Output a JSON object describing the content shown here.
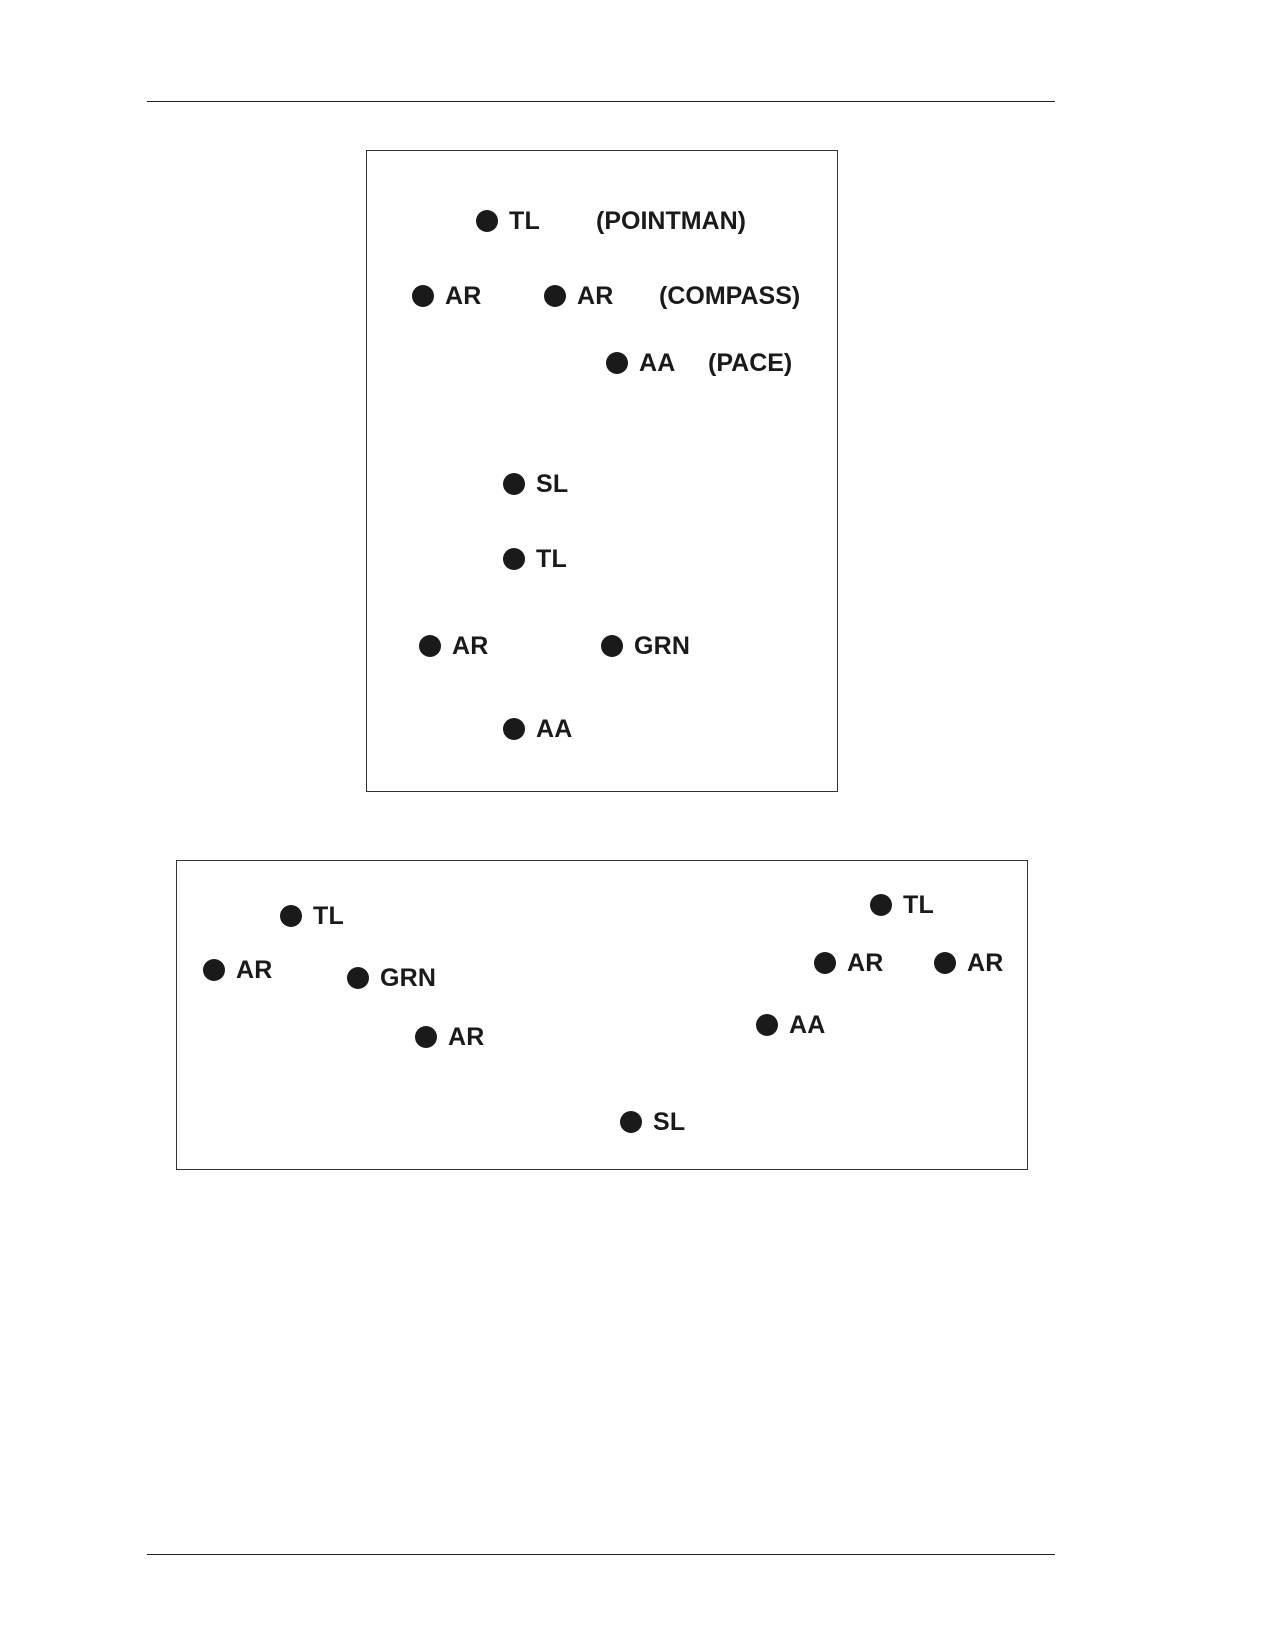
{
  "diagram_top": {
    "members": [
      {
        "code": "TL",
        "role": "(POINTMAN)"
      },
      {
        "code": "AR"
      },
      {
        "code": "AR",
        "role": "(COMPASS)"
      },
      {
        "code": "AA",
        "role": "(PACE)"
      },
      {
        "code": "SL"
      },
      {
        "code": "TL"
      },
      {
        "code": "AR"
      },
      {
        "code": "GRN"
      },
      {
        "code": "AA"
      }
    ]
  },
  "diagram_bottom": {
    "left_team": [
      {
        "code": "TL"
      },
      {
        "code": "AR"
      },
      {
        "code": "GRN"
      },
      {
        "code": "AR"
      }
    ],
    "leader": {
      "code": "SL"
    },
    "right_team": [
      {
        "code": "TL"
      },
      {
        "code": "AR"
      },
      {
        "code": "AR"
      },
      {
        "code": "AA"
      }
    ]
  }
}
